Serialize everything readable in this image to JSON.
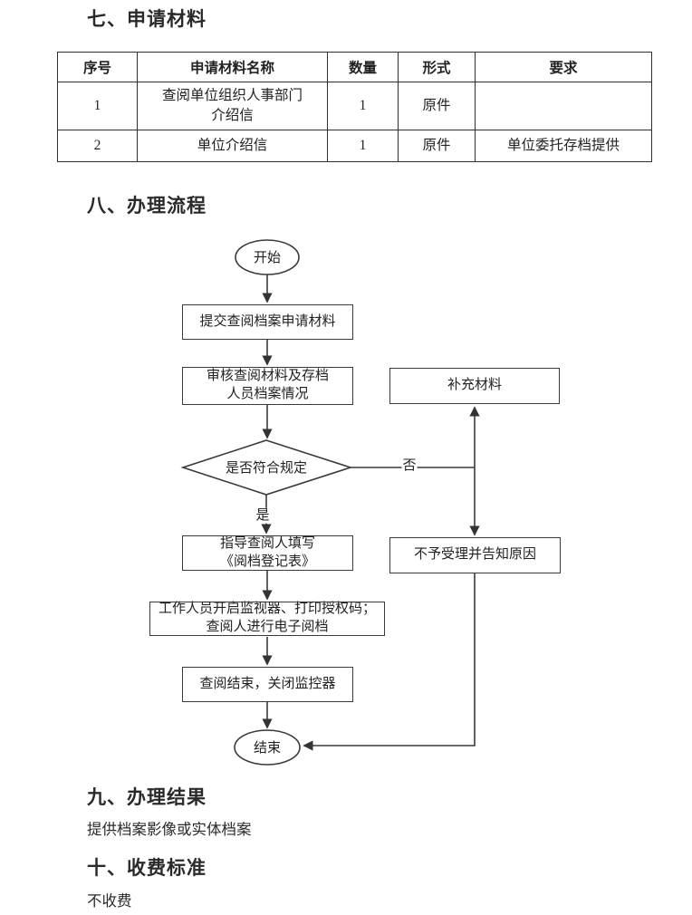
{
  "sections": {
    "materials": {
      "title": "七、申请材料"
    },
    "process": {
      "title": "八、办理流程"
    },
    "result": {
      "title": "九、办理结果",
      "body": "提供档案影像或实体档案"
    },
    "fee": {
      "title": "十、收费标准",
      "body": "不收费"
    }
  },
  "materials_table": {
    "headers": [
      "序号",
      "申请材料名称",
      "数量",
      "形式",
      "要求"
    ],
    "rows": [
      {
        "no": "1",
        "name_lines": [
          "查阅单位组织人事部门",
          "介绍信"
        ],
        "qty": "1",
        "form": "原件",
        "req": ""
      },
      {
        "no": "2",
        "name_lines": [
          "单位介绍信"
        ],
        "qty": "1",
        "form": "原件",
        "req": "单位委托存档提供"
      }
    ]
  },
  "flowchart": {
    "start_label": "开始",
    "end_label": "结束",
    "step_submit": "提交查阅档案申请材料",
    "step_review_lines": [
      "审核查阅材料及存档",
      "人员档案情况"
    ],
    "step_supplement": "补充材料",
    "decision": "是否符合规定",
    "label_yes": "是",
    "label_no": "否",
    "step_guide_lines": [
      "指导查阅人填写",
      "《阅档登记表》"
    ],
    "step_reject": "不予受理并告知原因",
    "step_monitor_lines": [
      "工作人员开启监视器、打印授权码；",
      "查阅人进行电子阅档"
    ],
    "step_finish": "查阅结束，关闭监控器"
  },
  "colors": {
    "line": "#3a3a3a",
    "text": "#222222"
  }
}
